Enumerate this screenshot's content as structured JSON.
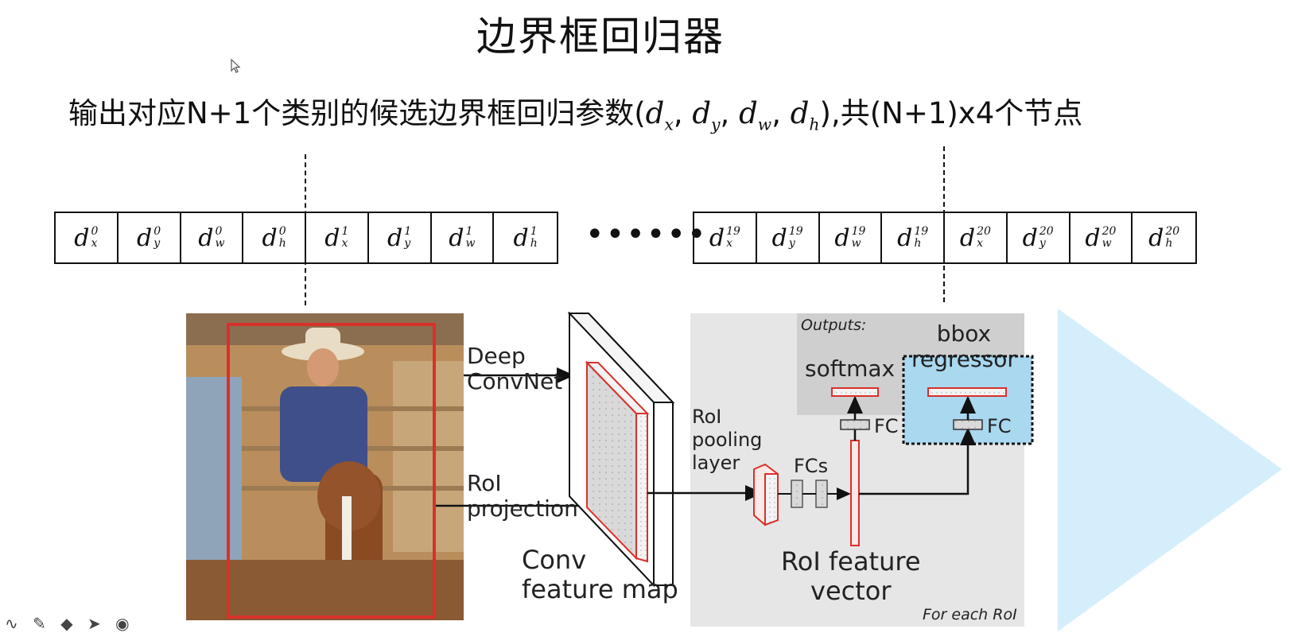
{
  "slide": {
    "title": "边界框回归器",
    "subtitle_prefix": "输出对应N+1个类别的候选边界框回归参数(",
    "subtitle_params": [
      {
        "base": "d",
        "sub": "x"
      },
      {
        "base": "d",
        "sub": "y"
      },
      {
        "base": "d",
        "sub": "w"
      },
      {
        "base": "d",
        "sub": "h"
      }
    ],
    "subtitle_suffix": "),共(N+1)x4个节点"
  },
  "vector": {
    "left_cells": [
      {
        "base": "d",
        "sup": "0",
        "sub": "x"
      },
      {
        "base": "d",
        "sup": "0",
        "sub": "y"
      },
      {
        "base": "d",
        "sup": "0",
        "sub": "w"
      },
      {
        "base": "d",
        "sup": "0",
        "sub": "h"
      },
      {
        "base": "d",
        "sup": "1",
        "sub": "x"
      },
      {
        "base": "d",
        "sup": "1",
        "sub": "y"
      },
      {
        "base": "d",
        "sup": "1",
        "sub": "w"
      },
      {
        "base": "d",
        "sup": "1",
        "sub": "h"
      }
    ],
    "ellipsis": "••••••",
    "right_cells": [
      {
        "base": "d",
        "sup": "19",
        "sub": "x"
      },
      {
        "base": "d",
        "sup": "19",
        "sub": "y"
      },
      {
        "base": "d",
        "sup": "19",
        "sub": "w"
      },
      {
        "base": "d",
        "sup": "19",
        "sub": "h"
      },
      {
        "base": "d",
        "sup": "20",
        "sub": "x"
      },
      {
        "base": "d",
        "sup": "20",
        "sub": "y"
      },
      {
        "base": "d",
        "sup": "20",
        "sub": "w"
      },
      {
        "base": "d",
        "sup": "20",
        "sub": "h"
      }
    ]
  },
  "diagram": {
    "deep_convnet": "Deep\nConvNet",
    "roi_projection": "RoI\nprojection",
    "conv_feature_map": "Conv\nfeature map",
    "roi_pooling_layer": "RoI\npooling\nlayer",
    "fcs": "FCs",
    "roi_feature_vector": "RoI feature\nvector",
    "outputs": "Outputs:",
    "softmax": "softmax",
    "bbox_regressor": "bbox\nregressor",
    "fc_left": "FC",
    "fc_right": "FC",
    "for_each_roi": "For each RoI"
  },
  "toolbar": {
    "icons": "∿ ✎ ◆ ➤ ◉"
  },
  "colors": {
    "roi_red": "#d9302a",
    "highlight_blue": "#a9d8ef",
    "panel_gray": "#e6e6e6",
    "triangle_blue": "#d5eefb"
  }
}
